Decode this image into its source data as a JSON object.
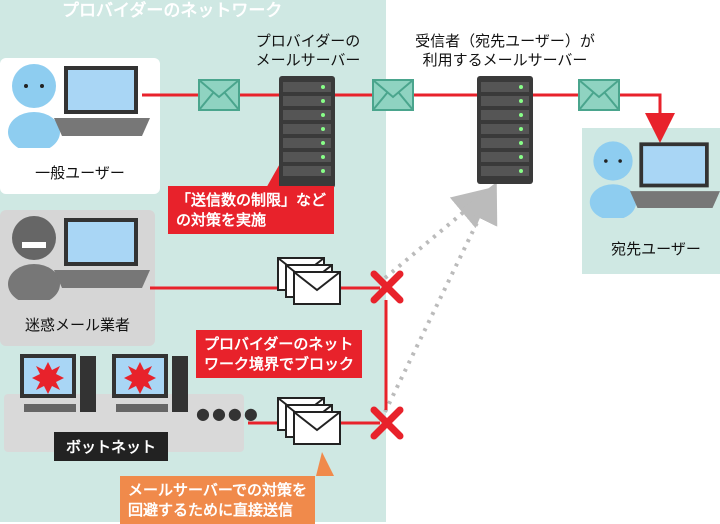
{
  "region_title": "プロバイダーのネットワーク",
  "servers": {
    "provider_line1": "プロバイダーの",
    "provider_line2": "メールサーバー",
    "recipient_line1": "受信者（宛先ユーザー）が",
    "recipient_line2": "利用するメールサーバー"
  },
  "users": {
    "general": "一般ユーザー",
    "spammer": "迷惑メール業者",
    "recipient": "宛先ユーザー",
    "botnet": "ボットネット"
  },
  "callouts": {
    "send_limit_line1": "「送信数の制限」など",
    "send_limit_line2": "の対策を実施",
    "boundary_block_line1": "プロバイダーのネット",
    "boundary_block_line2": "ワーク境界でブロック",
    "bypass_line1": "メールサーバーでの対策を",
    "bypass_line2": "回避するために直接送信"
  },
  "colors": {
    "region": "#cfe8e3",
    "red": "#e8222b",
    "orange": "#f08a4b",
    "mint": "#cfe8e3",
    "dark": "#222222"
  },
  "icons": [
    "envelope-icon",
    "server-icon",
    "laptop-icon",
    "person-icon",
    "block-x-icon",
    "bot-face-icon",
    "envelope-stack-icon"
  ]
}
